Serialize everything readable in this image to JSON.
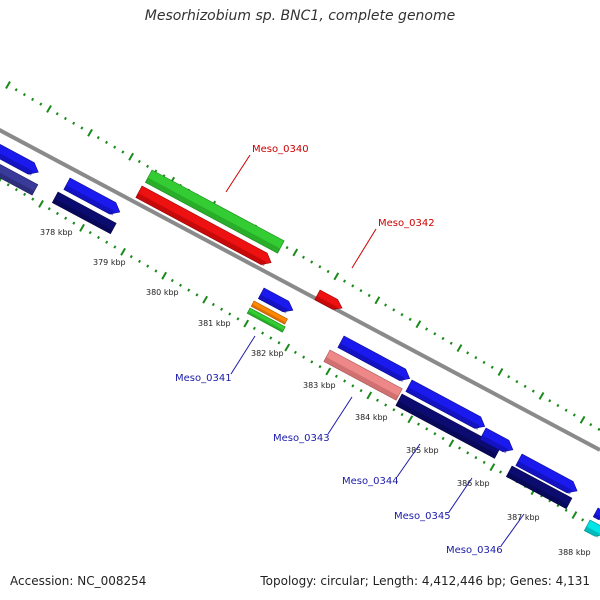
{
  "title": "Mesorhizobium sp. BNC1, complete genome",
  "footer": {
    "accession": "Accession: NC_008254",
    "summary": "Topology: circular; Length: 4,412,446 bp; Genes: 4,131"
  },
  "colors": {
    "backbone": "#8a8a8a",
    "tick": "#1a8a1a",
    "label_red": "#cc0000",
    "label_blue": "#1a1aaa"
  },
  "ticks": [
    "378 kbp",
    "379 kbp",
    "380 kbp",
    "381 kbp",
    "382 kbp",
    "383 kbp",
    "384 kbp",
    "385 kbp",
    "386 kbp",
    "387 kbp",
    "388 kbp"
  ],
  "gene_labels": [
    {
      "text": "Meso_0340",
      "color": "#cc0000"
    },
    {
      "text": "Meso_0342",
      "color": "#cc0000"
    },
    {
      "text": "Meso_0341",
      "color": "#1a1aaa"
    },
    {
      "text": "Meso_0343",
      "color": "#1a1aaa"
    },
    {
      "text": "Meso_0344",
      "color": "#1a1aaa"
    },
    {
      "text": "Meso_0345",
      "color": "#1a1aaa"
    },
    {
      "text": "Meso_0346",
      "color": "#1a1aaa"
    }
  ]
}
